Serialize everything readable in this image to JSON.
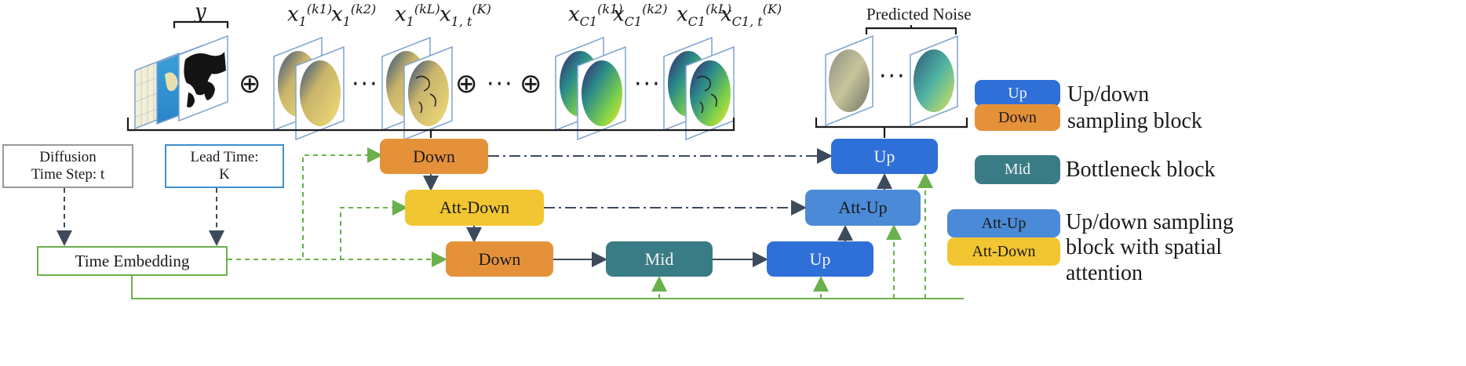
{
  "inputs": {
    "y_label": "y",
    "x_labels": [
      "k1",
      "k2",
      "kL",
      "K"
    ],
    "x1_base": "x",
    "x1_sub": "1",
    "x1_sub_t": "1, t",
    "xc_sub": "C",
    "xc_sub_index": "1",
    "xc_sub_t": "1, t",
    "plus": "⊕",
    "ellipsis": "···"
  },
  "output": {
    "title": "Predicted Noise",
    "ellipsis": "···"
  },
  "conditioning": {
    "diffusion_line1": "Diffusion",
    "diffusion_line2": "Time Step: t",
    "lead_line1": "Lead Time:",
    "lead_line2": "K",
    "time_embedding": "Time Embedding"
  },
  "unet": {
    "down1": "Down",
    "att_down": "Att-Down",
    "down2": "Down",
    "mid": "Mid",
    "up_bottom": "Up",
    "att_up": "Att-Up",
    "up_top": "Up"
  },
  "legend": {
    "up": "Up",
    "down": "Down",
    "updown_line1": "Up/down",
    "updown_line2": "sampling block",
    "mid": "Mid",
    "mid_desc": "Bottleneck block",
    "att_up": "Att-Up",
    "att_down": "Att-Down",
    "att_line1": "Up/down sampling",
    "att_line2": "block with spatial",
    "att_line3": "attention"
  },
  "colors": {
    "down": "#e5913a",
    "att_down": "#f2c632",
    "mid": "#3a7c86",
    "up": "#2f6fd8",
    "att_up": "#4a8ad6",
    "embedding_flow": "#6ab04c",
    "skip": "#3d4a5c"
  }
}
